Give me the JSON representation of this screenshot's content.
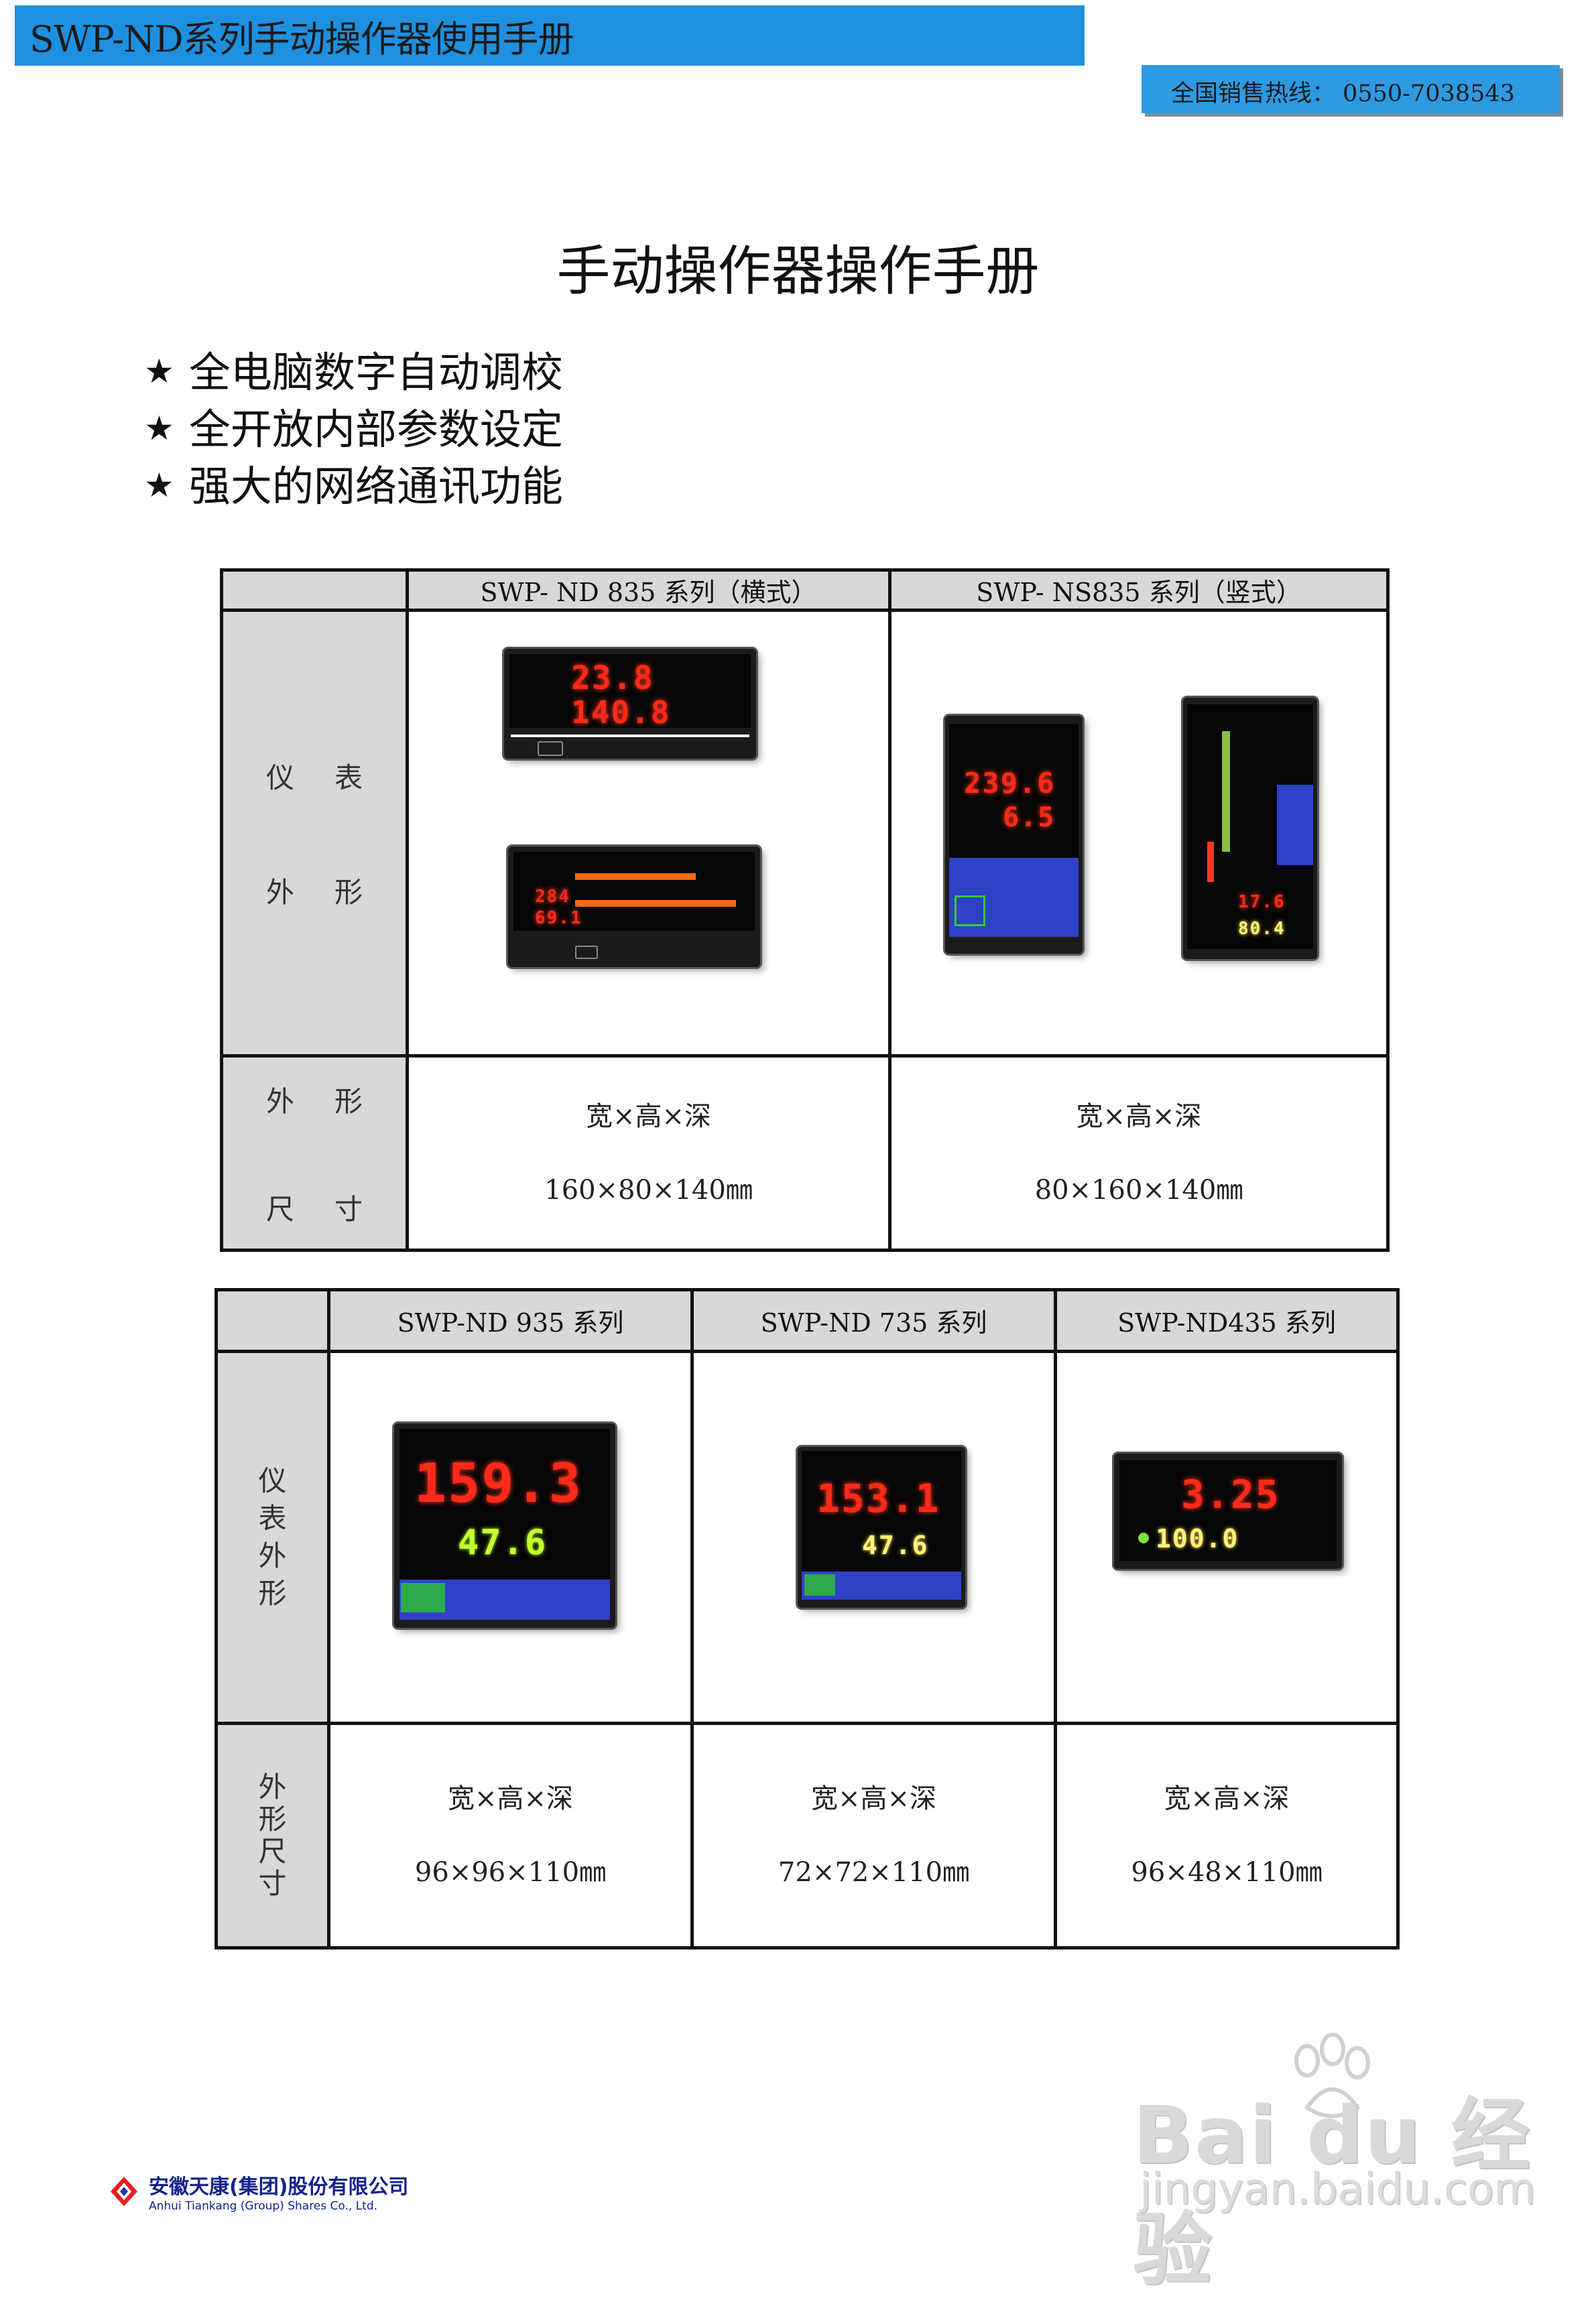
{
  "header": {
    "title": "SWP-ND系列手动操作器使用手册",
    "hotline": "全国销售热线： 0550-7038543"
  },
  "main_title": "手动操作器操作手册",
  "features": [
    "全电脑数字自动调校",
    "全开放内部参数设定",
    "强大的网络通讯功能"
  ],
  "table1": {
    "headers": [
      "SWP- ND 835 系列（横式）",
      "SWP- NS835 系列（竖式）"
    ],
    "row1_label": [
      "仪",
      "表",
      "外",
      "形"
    ],
    "row2_label": [
      "外",
      "形",
      "尺",
      "寸"
    ],
    "dim_caption": "宽×高×深",
    "dims": [
      "160×80×140㎜",
      "80×160×140㎜"
    ]
  },
  "table2": {
    "headers": [
      "SWP-ND 935 系列",
      "SWP-ND 735 系列",
      "SWP-ND435 系列"
    ],
    "row1_label": [
      "仪",
      "表",
      "外",
      "形"
    ],
    "row2_label": [
      "外",
      "形",
      "尺",
      "寸"
    ],
    "dim_caption": "宽×高×深",
    "dims": [
      "96×96×110㎜",
      "72×72×110㎜",
      "96×48×110㎜"
    ]
  },
  "displays": {
    "h1_pv": "23.8",
    "h1_sv": "140.8",
    "h2_pv": "284",
    "h2_sv": "69.1",
    "v1_pv": "239.6",
    "v1_sv": "6.5",
    "v2_pv": "17.6",
    "v2_sv": "80.4",
    "d935_pv": "159.3",
    "d935_sv": "47.6",
    "d735_pv": "153.1",
    "d735_sv": "47.6",
    "d435_pv": "3.25",
    "d435_sv": "100.0"
  },
  "footer": {
    "company_cn": "安徽天康(集团)股份有限公司",
    "company_en": "Anhui Tiankang (Group) Shares Co., Ltd."
  },
  "watermark": {
    "brand": "Bai du 经验",
    "url": "jingyan.baidu.com"
  },
  "colors": {
    "header_blue": "#1e90e0",
    "hotline_blue": "#2d9ae2",
    "led_red": "#ff2a1a",
    "led_green": "#c6ff30",
    "panel_blue": "#2d42c4"
  }
}
